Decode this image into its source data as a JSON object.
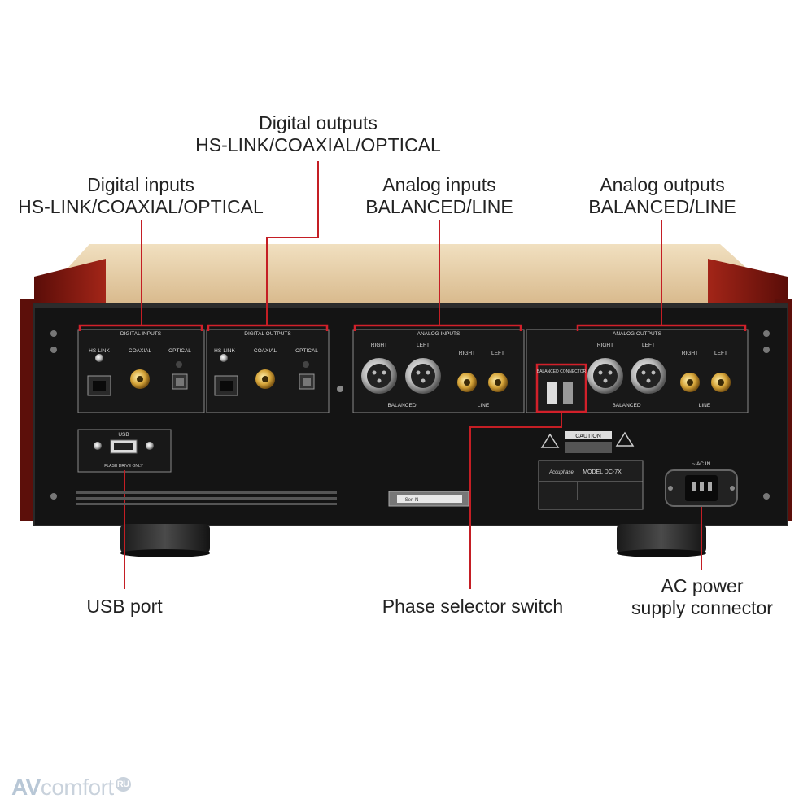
{
  "callouts": {
    "digital_outputs": {
      "line1": "Digital outputs",
      "line2": "HS-LINK/COAXIAL/OPTICAL"
    },
    "digital_inputs": {
      "line1": "Digital inputs",
      "line2": "HS-LINK/COAXIAL/OPTICAL"
    },
    "analog_inputs": {
      "line1": "Analog inputs",
      "line2": "BALANCED/LINE"
    },
    "analog_outputs": {
      "line1": "Analog outputs",
      "line2": "BALANCED/LINE"
    },
    "usb_port": {
      "line1": "USB port"
    },
    "phase_selector": {
      "line1": "Phase selector switch"
    },
    "ac_power": {
      "line1": "AC power",
      "line2": "supply connector"
    }
  },
  "panel_labels": {
    "digital_inputs": "DIGITAL INPUTS",
    "digital_outputs": "DIGITAL OUTPUTS",
    "analog_inputs": "ANALOG INPUTS",
    "analog_outputs": "ANALOG OUTPUTS",
    "hs_link": "HS-LINK",
    "coaxial": "COAXIAL",
    "optical": "OPTICAL",
    "right": "RIGHT",
    "left": "LEFT",
    "balanced": "BALANCED",
    "line": "LINE",
    "usb": "USB",
    "flash_drive": "FLASH DRIVE ONLY",
    "balanced_connector": "BALANCED CONNECTOR",
    "caution": "CAUTION",
    "ac_in": "~ AC IN",
    "model": "MODEL DC-7X",
    "serial": "Ser. N",
    "brand": "Accuphase"
  },
  "watermark": {
    "av": "AV",
    "comfort": "comfort",
    "ru": "RU"
  },
  "colors": {
    "leader_line": "#c41e24",
    "highlight_box": "#d2202a",
    "chassis": "#141414",
    "wood": "#8a1a14",
    "top_plate": "#e8cfa8"
  }
}
